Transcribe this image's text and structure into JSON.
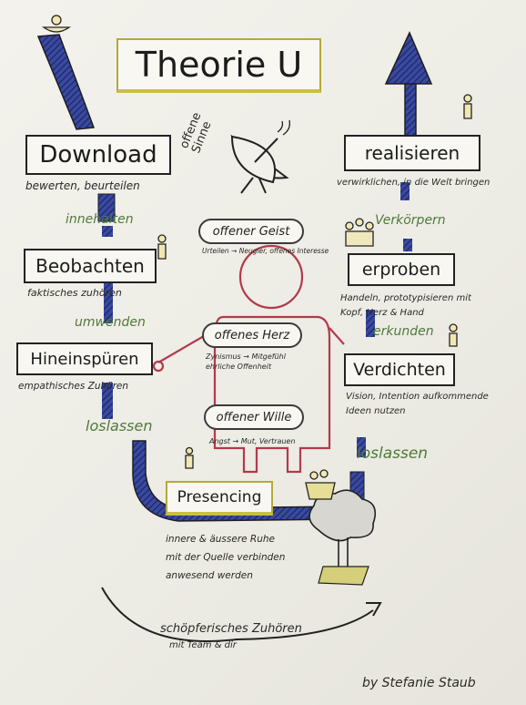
{
  "title": "Theorie U",
  "left": {
    "download": "Download",
    "download_sub": "bewerten, beurteilen",
    "innehalten": "innehalten",
    "beobachten": "Beobachten",
    "beobachten_sub": "faktisches zuhören",
    "umwenden": "umwenden",
    "hineinspueren": "Hineinspüren",
    "hineinspueren_sub": "empathisches Zuhören",
    "loslassen": "loslassen"
  },
  "center": {
    "offene_sinne": "offene Sinne",
    "offener_geist": "offener Geist",
    "geist_sub": "Urteilen → Neugier, offenes Interesse",
    "offenes_herz": "offenes Herz",
    "herz_sub": "Zynismus → Mitgefühl ehrliche Offenheit",
    "offener_wille": "offener Wille",
    "wille_sub": "Angst → Mut, Vertrauen"
  },
  "right": {
    "realisieren": "realisieren",
    "realisieren_sub": "verwirklichen, in die Welt bringen",
    "verkoerpern": "Verkörpern",
    "erproben": "erproben",
    "erproben_sub": "Handeln, prototypisieren mit Kopf, Herz & Hand",
    "erkunden": "erkunden",
    "verdichten": "Verdichten",
    "verdichten_sub": "Vision, Intention aufkommende Ideen nutzen",
    "loslassen": "loslassen"
  },
  "bottom": {
    "presencing": "Presencing",
    "presencing_sub_1": "innere & äussere Ruhe",
    "presencing_sub_2": "mit der Quelle verbinden",
    "presencing_sub_3": "anwesend werden",
    "schoepferisch": "schöpferisches Zuhören",
    "schoepferisch_sub": "mit Team & dir",
    "author": "by Stefanie Staub"
  },
  "colors": {
    "u_navy": "#2e3a86",
    "figure_red": "#b23a4a",
    "box_yellow": "#c9bf46",
    "green_text": "#4f7a3a"
  }
}
